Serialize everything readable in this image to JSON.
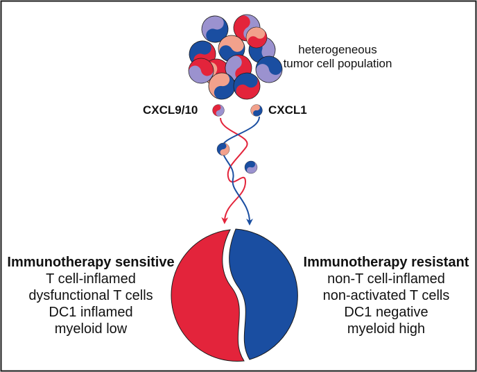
{
  "tumor": {
    "label_line1": "heterogeneous",
    "label_line2": "tumor cell population"
  },
  "chemokines": {
    "left": "CXCL9/10",
    "right": "CXCL1"
  },
  "sensitive": {
    "heading": "Immunotherapy sensitive",
    "lines": [
      "T cell-inflamed",
      "dysfunctional T cells",
      "DC1 inflamed",
      "myeloid low"
    ]
  },
  "resistant": {
    "heading": "Immunotherapy resistant",
    "lines": [
      "non-T cell-inflamed",
      "non-activated T cells",
      "DC1 negative",
      "myeloid high"
    ]
  },
  "colors": {
    "red": "#e3243b",
    "blue": "#1a4ea1",
    "lavender": "#9b92cf",
    "salmon": "#f2a18c",
    "outline": "#1a1a1a"
  }
}
